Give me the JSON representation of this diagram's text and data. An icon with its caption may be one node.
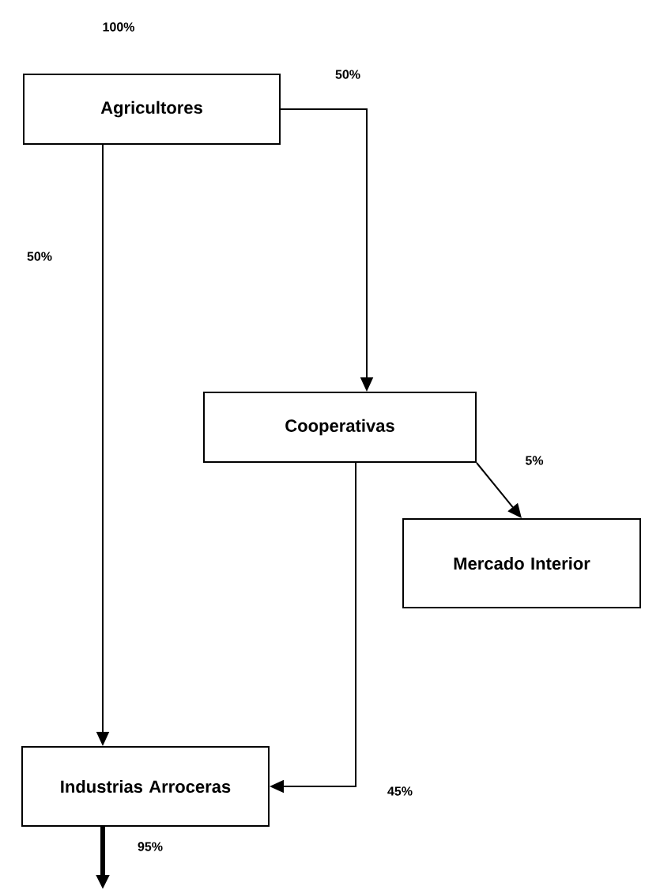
{
  "diagram": {
    "nodes": [
      {
        "text": [
          "Agricultores"
        ],
        "beside": [
          "100%"
        ]
      },
      {
        "text": [
          "Cooperativas"
        ]
      },
      {
        "text": [
          "Mercado Interior"
        ]
      },
      {
        "text": [
          "Industrias Arroceras"
        ]
      }
    ],
    "edges": [
      {
        "from": 0,
        "to": 1,
        "arrow": "to",
        "label": "50%"
      },
      {
        "from": 0,
        "to": 3,
        "arrow": "to",
        "label": "50%"
      },
      {
        "from": 1,
        "to": 2,
        "arrow": "to",
        "label": "5%"
      },
      {
        "from": 1,
        "to": 3,
        "arrow": "to",
        "label": "45%"
      },
      {
        "from": 3,
        "to": null,
        "arrow": "to",
        "label": "95%",
        "style": "thick"
      }
    ]
  }
}
